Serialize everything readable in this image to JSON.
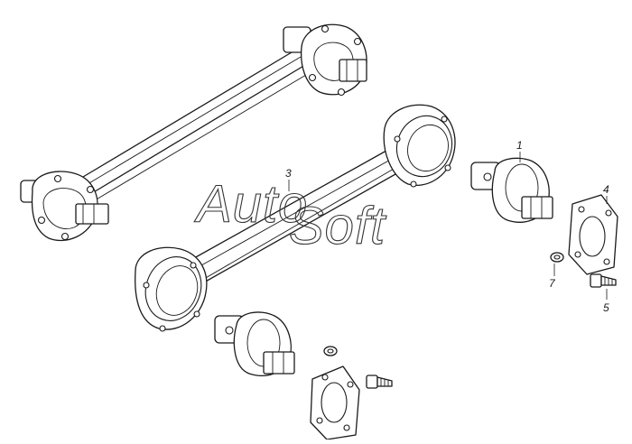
{
  "watermark": {
    "left": "Auto",
    "right": "Soft"
  },
  "callouts": [
    {
      "id": "callout-1",
      "label": "1"
    },
    {
      "id": "callout-3",
      "label": "3"
    },
    {
      "id": "callout-4",
      "label": "4"
    },
    {
      "id": "callout-5",
      "label": "5"
    },
    {
      "id": "callout-7",
      "label": "7"
    }
  ],
  "parts": {
    "rod_assembled": "reaction rod assembly (upper)",
    "rod_3": "reaction rod body",
    "joint_1": "ball joint",
    "flange_4": "cover flange",
    "bolt_5": "bolt",
    "washer_7": "spring washer"
  }
}
